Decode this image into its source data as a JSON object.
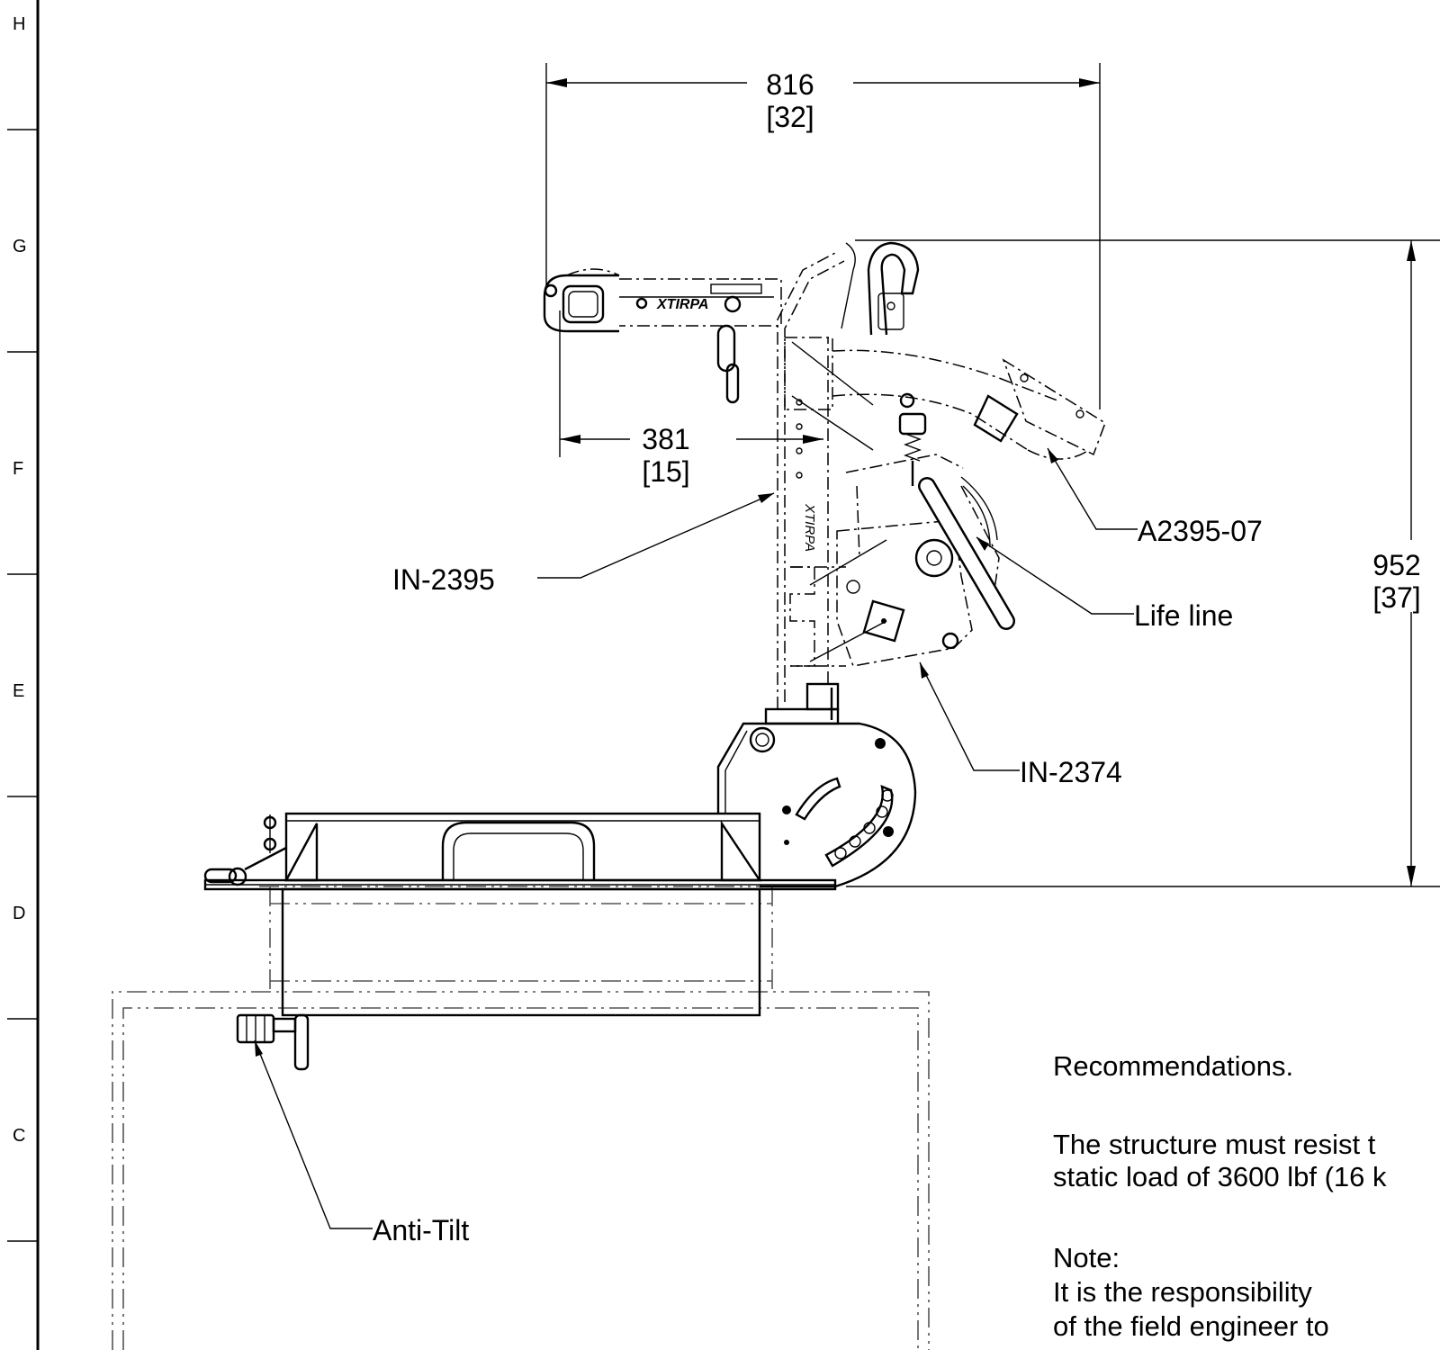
{
  "zones": [
    "H",
    "G",
    "F",
    "E",
    "D",
    "C"
  ],
  "dimensions": {
    "width_overall": {
      "mm": "816",
      "in": "[32]"
    },
    "reach_inner": {
      "mm": "381",
      "in": "[15]"
    },
    "height_overall": {
      "mm": "952",
      "in": "[37]"
    }
  },
  "callouts": {
    "davit_mast": "IN-2395",
    "boom_extension": "A2395-07",
    "life_line": "Life line",
    "winch": "IN-2374",
    "anti_tilt": "Anti-Tilt"
  },
  "part_markings": {
    "boom_logo": "XTIRPA",
    "mast_logo": "XTIRPA"
  },
  "notes": {
    "heading": "Recommendations.",
    "structure_line1": "The structure must resist t",
    "structure_line2": "static load of 3600 lbf (16 k",
    "note_label": "Note:",
    "note_line1": "It is the responsibility",
    "note_line2": "of the field engineer to"
  }
}
